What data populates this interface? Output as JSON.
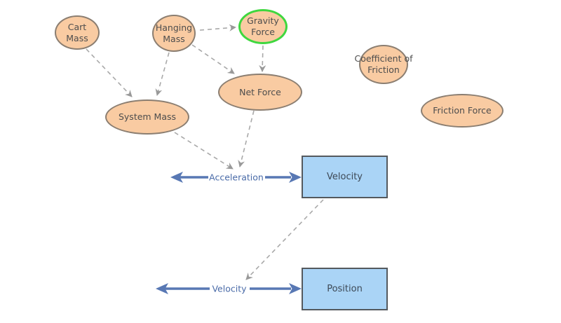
{
  "diagram": {
    "variables": [
      {
        "label": "Cart Mass",
        "highlighted": false
      },
      {
        "label": "Hanging Mass",
        "highlighted": false
      },
      {
        "label": "Gravity Force",
        "highlighted": true
      },
      {
        "label": "Net Force",
        "highlighted": false
      },
      {
        "label": "System Mass",
        "highlighted": false
      },
      {
        "label": "Coefficient of Friction",
        "highlighted": false
      },
      {
        "label": "Friction Force",
        "highlighted": false
      }
    ],
    "stocks": [
      {
        "label": "Velocity"
      },
      {
        "label": "Position"
      }
    ],
    "flows": [
      {
        "label": "Acceleration",
        "into_stock": "Velocity"
      },
      {
        "label": "Velocity",
        "into_stock": "Position"
      }
    ],
    "links": [
      {
        "from": "Cart Mass",
        "to": "System Mass"
      },
      {
        "from": "Hanging Mass",
        "to": "System Mass"
      },
      {
        "from": "Hanging Mass",
        "to": "Gravity Force"
      },
      {
        "from": "Hanging Mass",
        "to": "Net Force"
      },
      {
        "from": "Gravity Force",
        "to": "Net Force"
      },
      {
        "from": "System Mass",
        "to": "Acceleration"
      },
      {
        "from": "Net Force",
        "to": "Acceleration"
      },
      {
        "from": "Velocity",
        "to": "Velocity"
      }
    ],
    "colors": {
      "variable_fill": "#F9CBA2",
      "variable_border": "#8B7E71",
      "highlight_border": "#3FD73F",
      "stock_fill": "#AAD4F6",
      "stock_border": "#54595E",
      "flow_arrow": "#5878B4",
      "flow_label": "#4A6BA8",
      "link_line": "#A9A9A9",
      "link_arrow": "#999999",
      "node_text": "#4D4D4D",
      "stock_text": "#3D4956"
    }
  }
}
